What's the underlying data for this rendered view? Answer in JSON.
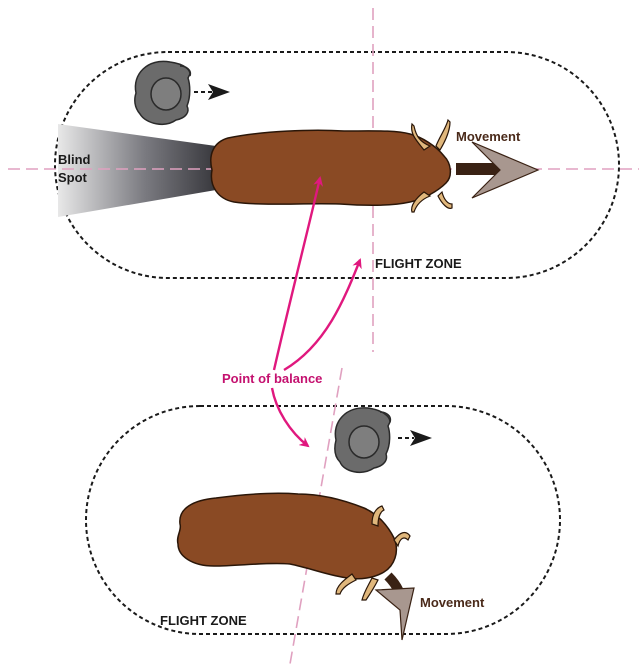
{
  "labels": {
    "blind_spot_line1": "Blind",
    "blind_spot_line2": "Spot",
    "movement_top": "Movement",
    "flight_zone_top": "FLIGHT ZONE",
    "point_of_balance": "Point of balance",
    "flight_zone_bottom": "FLIGHT ZONE",
    "movement_bottom": "Movement"
  },
  "colors": {
    "cattle_body": "#8a4a24",
    "cattle_outline": "#2a1608",
    "horn": "#e0b77c",
    "handler": "#6b6b6b",
    "blind_spot_dark": "#3f3f44",
    "blind_spot_light": "#e6e6e6",
    "balance_line": "#e0a1c0",
    "balance_arrow": "#e0187e",
    "balance_text": "#c4116f",
    "movement_text": "#4a2a1a",
    "movement_shaft": "#3a2214",
    "movement_head": "#a8978f",
    "zone_border": "#1a1a1a"
  },
  "icons": {
    "top_handler": "handler-icon",
    "bottom_handler": "handler-icon",
    "top_cattle": "cattle-icon",
    "bottom_cattle": "cattle-icon"
  }
}
